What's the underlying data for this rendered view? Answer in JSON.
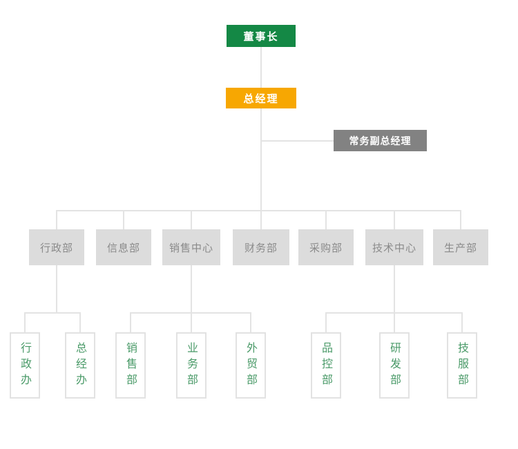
{
  "org": {
    "chairman": {
      "label": "董事长"
    },
    "general_manager": {
      "label": "总经理"
    },
    "deputy_gm": {
      "label": "常务副总经理"
    },
    "departments": [
      {
        "label": "行政部"
      },
      {
        "label": "信息部"
      },
      {
        "label": "销售中心"
      },
      {
        "label": "财务部"
      },
      {
        "label": "采购部"
      },
      {
        "label": "技术中心"
      },
      {
        "label": "生产部"
      }
    ],
    "sub_departments": [
      {
        "label": "行政办",
        "parent": "行政部"
      },
      {
        "label": "总经办",
        "parent": "行政部"
      },
      {
        "label": "销售部",
        "parent": "销售中心"
      },
      {
        "label": "业务部",
        "parent": "销售中心"
      },
      {
        "label": "外贸部",
        "parent": "销售中心"
      },
      {
        "label": "品控部",
        "parent": "技术中心"
      },
      {
        "label": "研发部",
        "parent": "技术中心"
      },
      {
        "label": "技服部",
        "parent": "技术中心"
      }
    ],
    "colors": {
      "chairman_bg": "#148845",
      "general_manager_bg": "#f7a702",
      "deputy_gm_bg": "#828282",
      "department_bg": "#dcdcdc",
      "department_text": "#8a8a8a",
      "sub_department_text": "#4a9a68",
      "connector": "#e3e3e3",
      "background": "#ffffff"
    }
  }
}
